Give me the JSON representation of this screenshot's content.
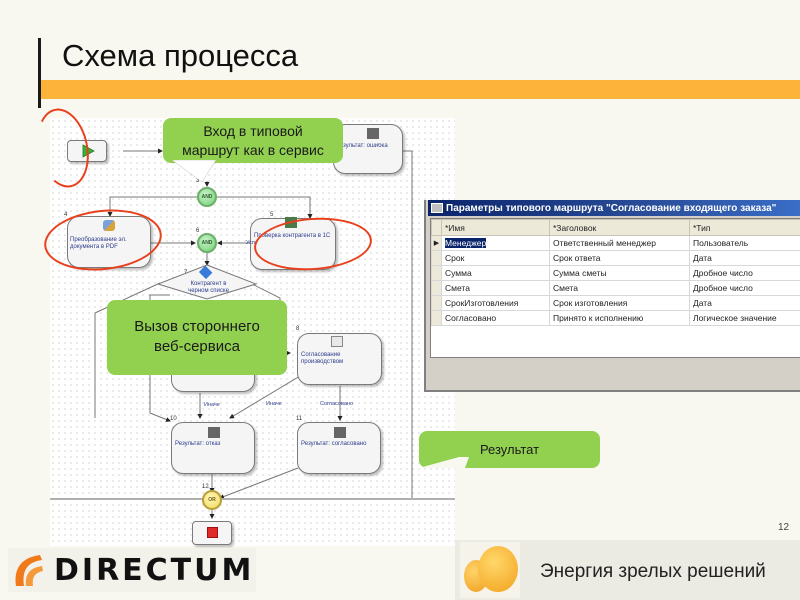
{
  "slide": {
    "title": "Схема процесса",
    "page_number": "12",
    "accent_color": "#fdb33a",
    "callout_color": "#92d050",
    "annotation_color": "#e8401c"
  },
  "diagram": {
    "nodes": [
      {
        "id": "start",
        "type": "start",
        "icon": "play-icon"
      },
      {
        "id": "result-error",
        "label": "Результат: ошибка",
        "icon": "clapperboard-icon"
      },
      {
        "id": "3",
        "number": "3",
        "type": "gate",
        "label": "AND"
      },
      {
        "id": "4",
        "number": "4",
        "label": "Преобразование эл. документа в PDF",
        "icon": "gear-document-icon"
      },
      {
        "id": "5",
        "number": "5",
        "label": "Проверка контрагента в 1С",
        "icon": "script-icon"
      },
      {
        "id": "6",
        "number": "6",
        "type": "gate",
        "label": "AND"
      },
      {
        "id": "7",
        "number": "7",
        "type": "condition",
        "label": "Контрагент в черном списке",
        "icon": "condition-icon"
      },
      {
        "id": "8",
        "number": "8",
        "label": "Согласование производством",
        "icon": "approval-icon"
      },
      {
        "id": "10",
        "number": "10",
        "label": "Результат: отказ",
        "icon": "clapperboard-icon"
      },
      {
        "id": "11",
        "number": "11",
        "label": "Результат: согласовано",
        "icon": "clapperboard-icon"
      },
      {
        "id": "12",
        "number": "12",
        "type": "gate",
        "label": "OR"
      },
      {
        "id": "end",
        "type": "end",
        "icon": "stop-icon"
      }
    ],
    "edge_labels": {
      "success": "Успешно",
      "else_left": "Иначе",
      "else_right": "Иначе",
      "approved": "Согласовано"
    }
  },
  "callouts": {
    "entry": "Вход в типовой маршрут как в сервис",
    "entry_line1": "Вход в типовой",
    "entry_line2": "маршрут как в сервис",
    "webservice_line1": "Вызов стороннего",
    "webservice_line2": "веб-сервиса",
    "result": "Результат"
  },
  "dialog": {
    "title": "Параметры типового маршрута \"Согласование входящего заказа\"",
    "columns": [
      "*Имя",
      "*Заголовок",
      "*Тип"
    ],
    "rows": [
      {
        "name": "Менеджер",
        "caption": "Ответственный менеджер",
        "type": "Пользователь",
        "selected": true
      },
      {
        "name": "Срок",
        "caption": "Срок ответа",
        "type": "Дата"
      },
      {
        "name": "Сумма",
        "caption": "Сумма сметы",
        "type": "Дробное число"
      },
      {
        "name": "Смета",
        "caption": "Смета",
        "type": "Дробное число"
      },
      {
        "name": "СрокИзготовления",
        "caption": "Срок изготовления",
        "type": "Дата"
      },
      {
        "name": "Согласовано",
        "caption": "Принято к исполнению",
        "type": "Логическое значение"
      }
    ]
  },
  "footer": {
    "logo_text": "DIRECTUM",
    "slogan": "Энергия зрелых решений"
  }
}
